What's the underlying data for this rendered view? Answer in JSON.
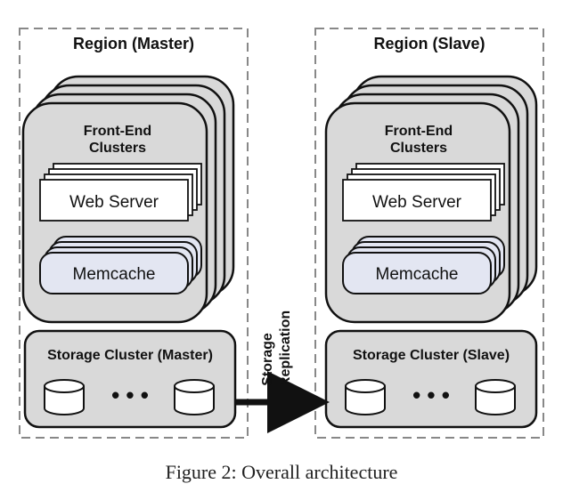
{
  "regions": [
    {
      "title": "Region (Master)",
      "frontend": {
        "title_line1": "Front-End",
        "title_line2": "Clusters"
      },
      "web_server": "Web Server",
      "memcache": "Memcache",
      "storage": {
        "title": "Storage Cluster (Master)",
        "dots": "• • •"
      }
    },
    {
      "title": "Region (Slave)",
      "frontend": {
        "title_line1": "Front-End",
        "title_line2": "Clusters"
      },
      "web_server": "Web Server",
      "memcache": "Memcache",
      "storage": {
        "title": "Storage Cluster (Slave)",
        "dots": "• • •"
      }
    }
  ],
  "replication": {
    "line1": "Storage",
    "line2": "Replication"
  },
  "caption": "Figure 2: Overall architecture",
  "colors": {
    "cluster_fill": "#d9d9d9",
    "memcache_fill": "#e3e6f2",
    "stroke": "#111111",
    "dashed": "#888888"
  }
}
